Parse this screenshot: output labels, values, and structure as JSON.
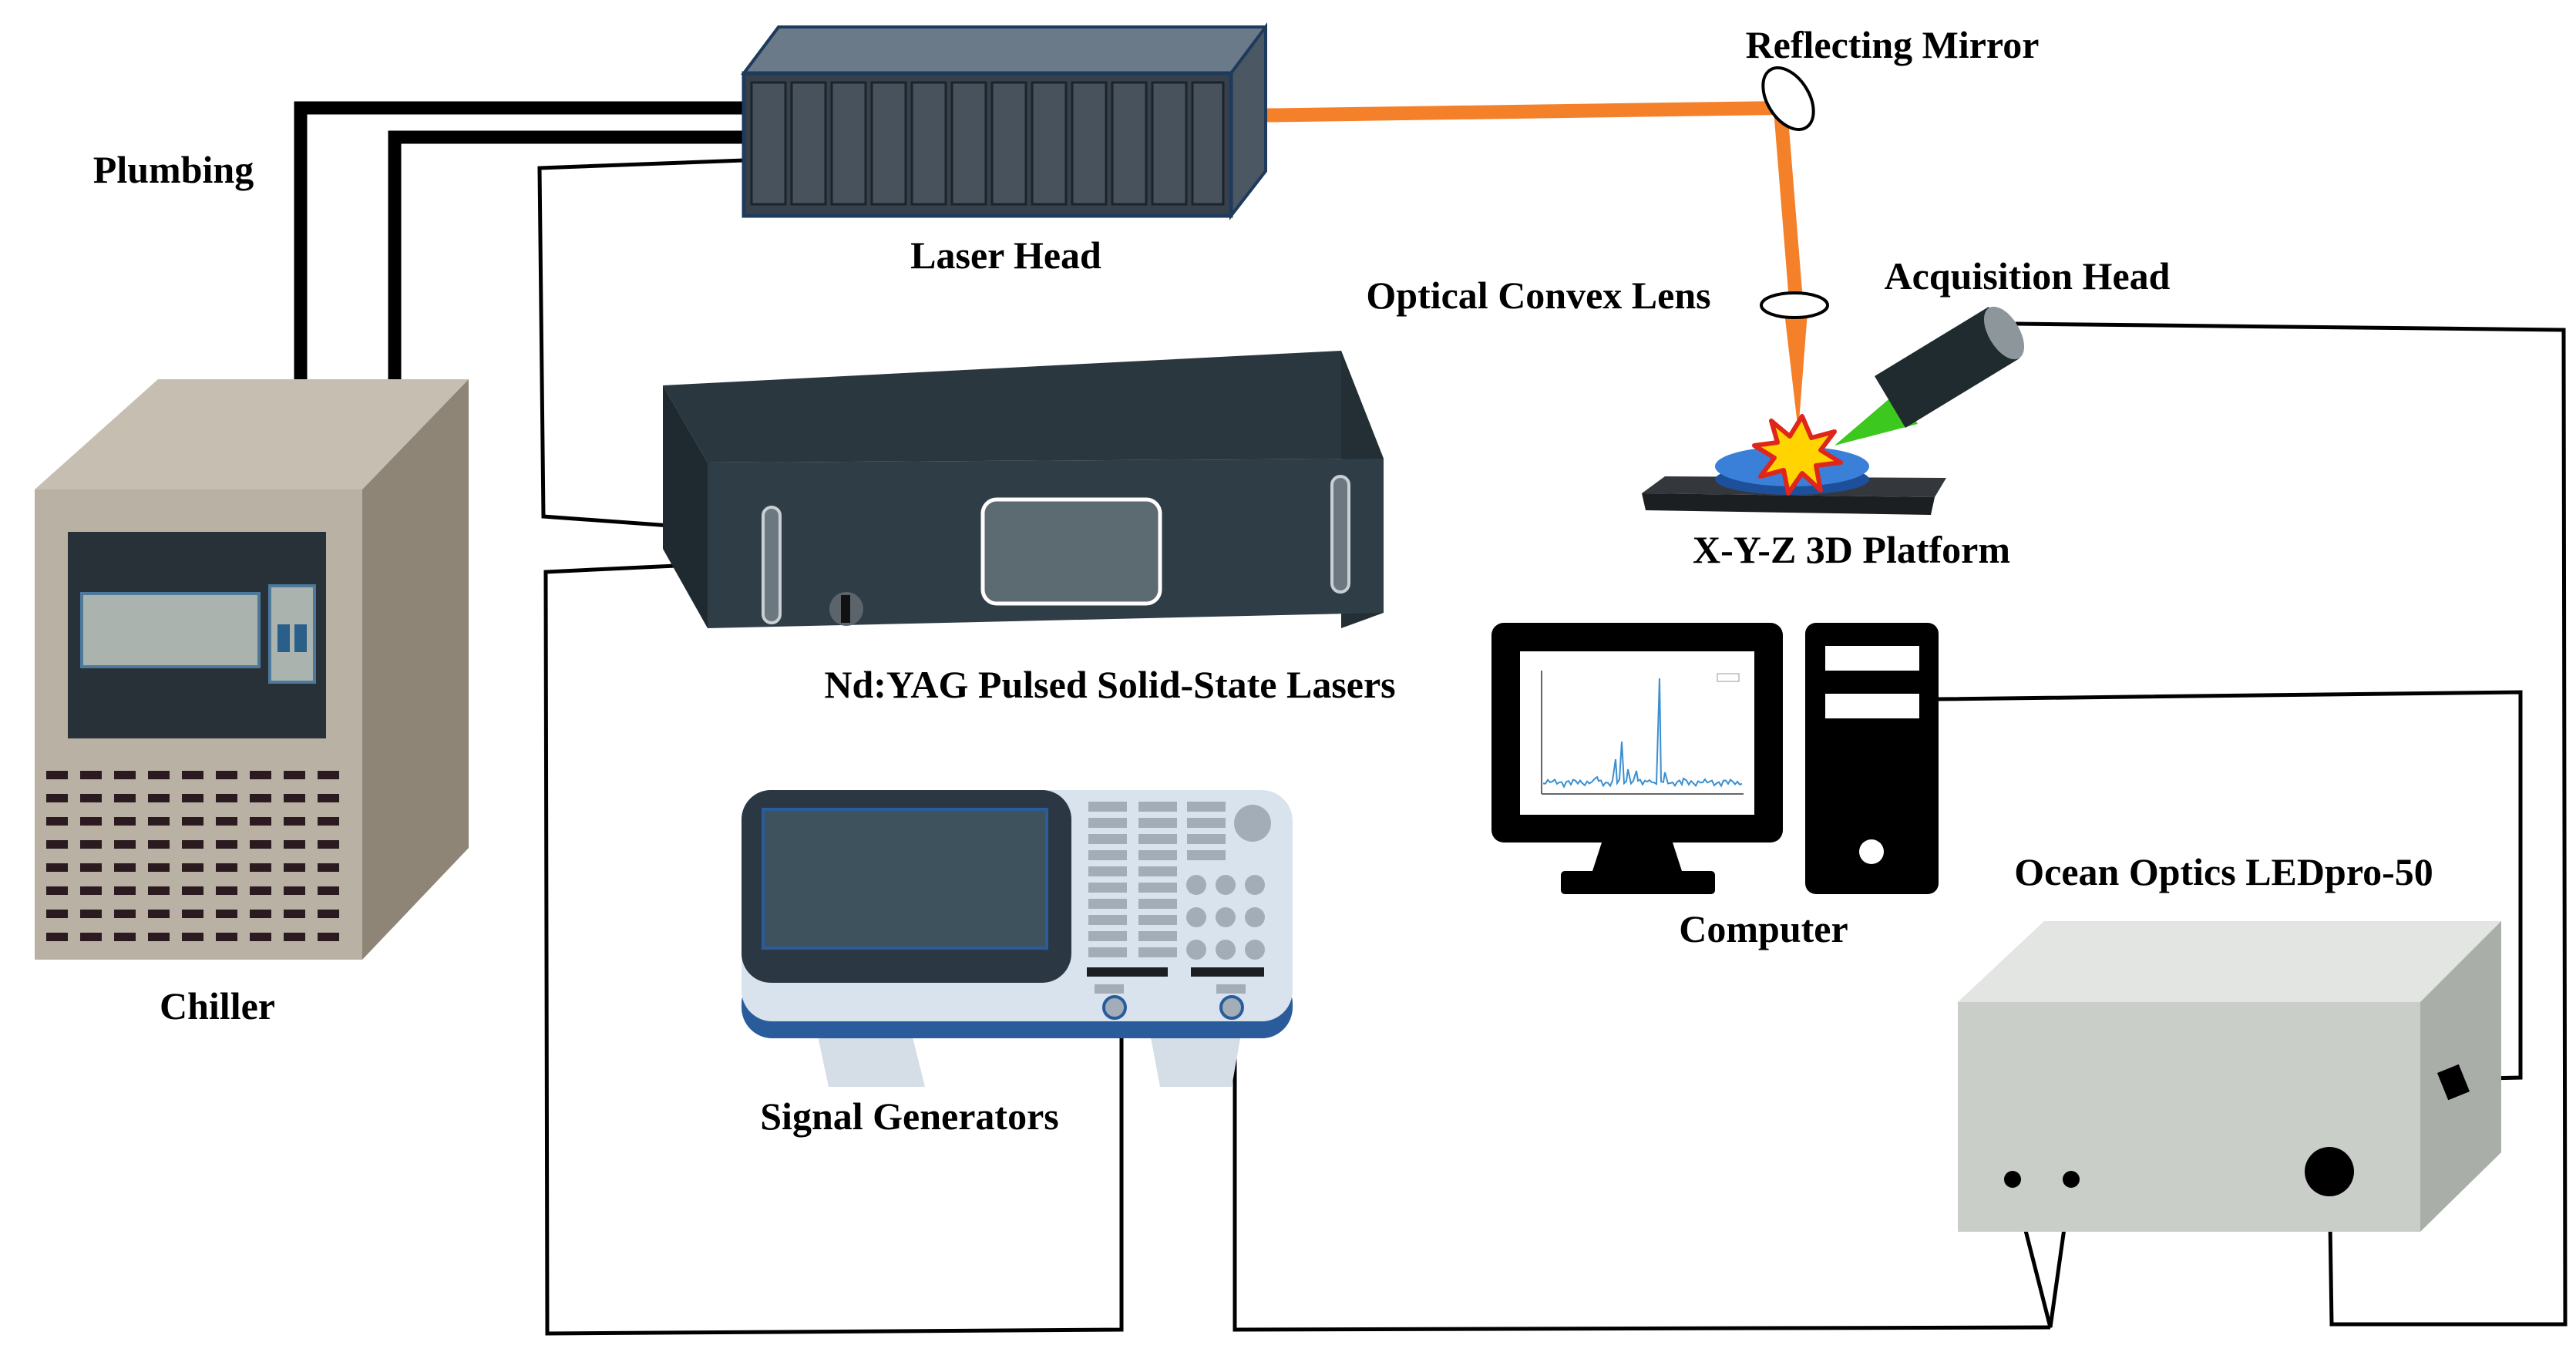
{
  "labels": {
    "plumbing": "Plumbing",
    "laser_head": "Laser Head",
    "reflecting_mirror": "Reflecting Mirror",
    "optical_convex_lens": "Optical Convex Lens",
    "acquisition_head": "Acquisition Head",
    "platform": "X-Y-Z 3D Platform",
    "chiller": "Chiller",
    "laser_unit": "Nd:YAG Pulsed Solid-State Lasers",
    "signal_generators": "Signal Generators",
    "computer": "Computer",
    "spectrometer": "Ocean Optics LEDpro-50"
  },
  "colors": {
    "laser_beam": "#f5802a",
    "plasma_flash": "#ffd400",
    "collection_cone": "#3cc81e",
    "sample": "#2e6fc8",
    "chiller_body": "#b9b2a4",
    "laser_unit": "#2f3d46",
    "laser_head": "#36414b",
    "signal_generator": "#d9e3ee",
    "spectrometer": "#c9cec9",
    "spectrum_line": "#3a8fd0"
  }
}
